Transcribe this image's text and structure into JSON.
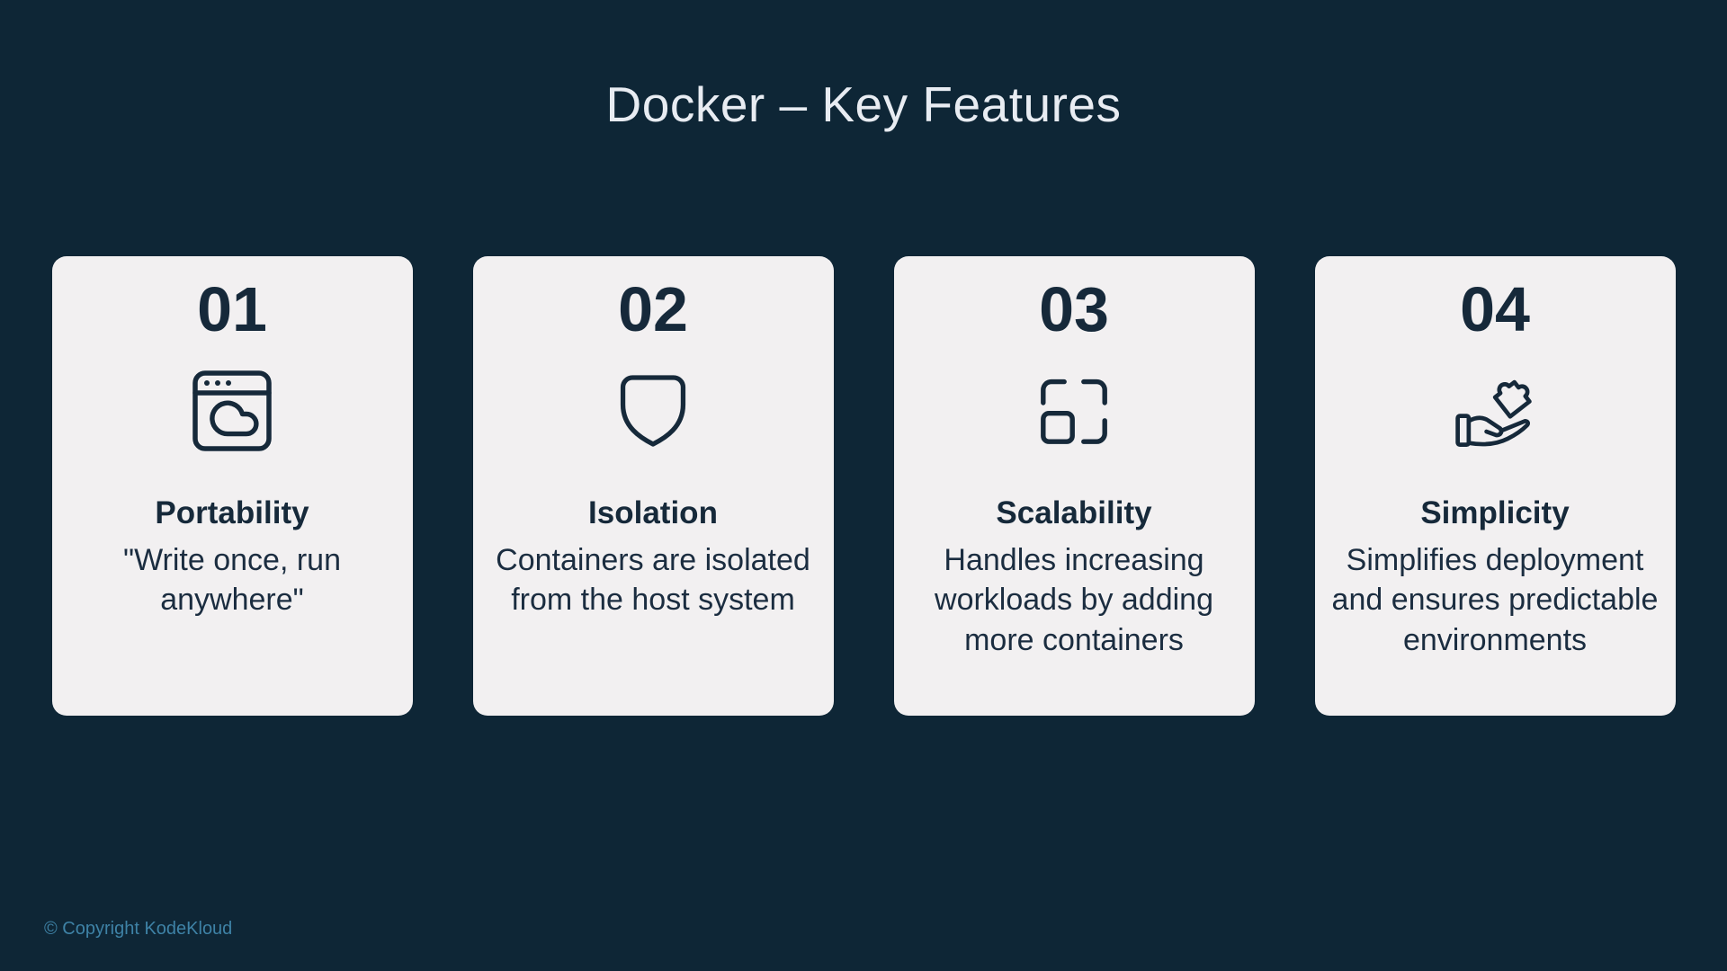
{
  "slide": {
    "title": "Docker – Key Features",
    "copyright": "© Copyright KodeKloud"
  },
  "colors": {
    "background": "#0e2636",
    "card_background": "#f2f0f1",
    "dark_text": "#16293a",
    "title_text": "#e8ecf2",
    "copyright_text": "#3e82a6"
  },
  "cards": [
    {
      "number": "01",
      "icon": "browser-cloud-icon",
      "title": "Portability",
      "description": "\"Write once, run\nanywhere\""
    },
    {
      "number": "02",
      "icon": "shield-icon",
      "title": "Isolation",
      "description": "Containers are isolated\nfrom the host system"
    },
    {
      "number": "03",
      "icon": "scale-icon",
      "title": "Scalability",
      "description": "Handles increasing\nworkloads by adding\nmore containers"
    },
    {
      "number": "04",
      "icon": "hand-puzzle-icon",
      "title": "Simplicity",
      "description": "Simplifies deployment\nand ensures predictable\nenvironments"
    }
  ]
}
